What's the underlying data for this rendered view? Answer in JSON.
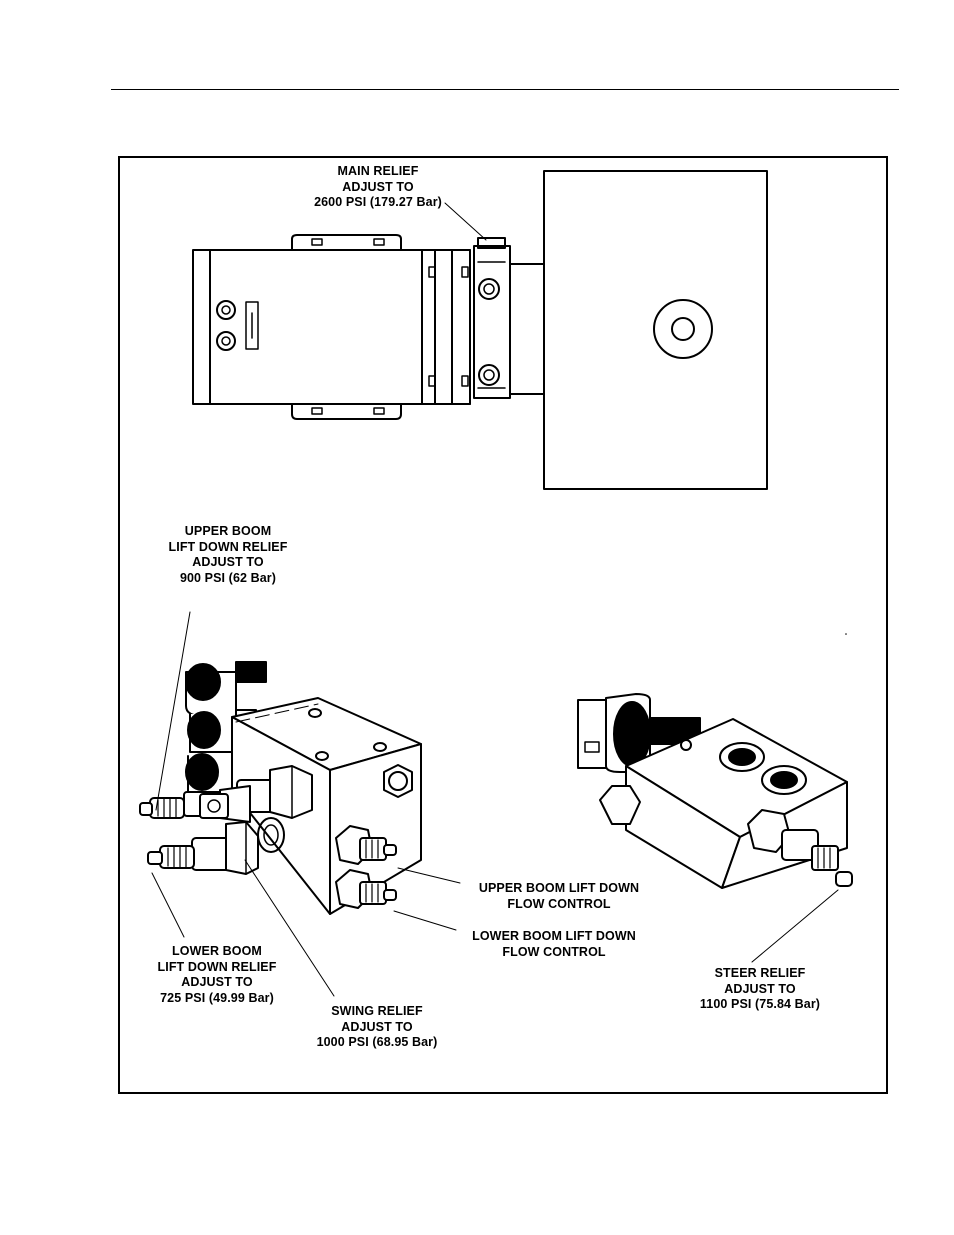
{
  "callouts": {
    "main_relief": "MAIN RELIEF\nADJUST TO\n2600 PSI (179.27 Bar)",
    "upper_boom_relief": "UPPER BOOM\nLIFT DOWN RELIEF\nADJUST TO\n900 PSI (62 Bar)",
    "upper_boom_flow": "UPPER BOOM LIFT DOWN\nFLOW CONTROL",
    "lower_boom_flow": "LOWER BOOM LIFT DOWN\nFLOW CONTROL",
    "lower_boom_relief": "LOWER BOOM\nLIFT DOWN RELIEF\nADJUST TO\n725 PSI (49.99 Bar)",
    "swing_relief": "SWING RELIEF\nADJUST TO\n1000 PSI (68.95 Bar)",
    "steer_relief": "STEER RELIEF\nADJUST TO\n1100 PSI (75.84 Bar)"
  }
}
